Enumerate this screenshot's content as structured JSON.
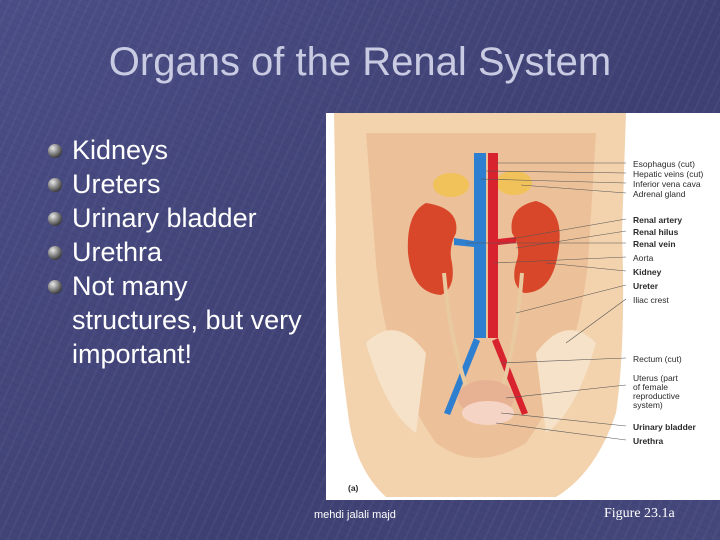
{
  "slide": {
    "title": "Organs of the Renal System",
    "bullets": [
      "Kidneys",
      "Ureters",
      "Urinary bladder",
      "Urethra",
      "Not many structures, but very important!"
    ]
  },
  "figure": {
    "panel_label": "(a)",
    "callouts": [
      {
        "text": "Esophagus (cut)",
        "bold": false
      },
      {
        "text": "Hepatic veins (cut)",
        "bold": false
      },
      {
        "text": "Inferior vena cava",
        "bold": false
      },
      {
        "text": "Adrenal gland",
        "bold": false
      },
      {
        "text": "Renal artery",
        "bold": true
      },
      {
        "text": "Renal hilus",
        "bold": true
      },
      {
        "text": "Renal vein",
        "bold": true
      },
      {
        "text": "Aorta",
        "bold": false
      },
      {
        "text": "Kidney",
        "bold": true
      },
      {
        "text": "Ureter",
        "bold": true
      },
      {
        "text": "Iliac crest",
        "bold": false
      },
      {
        "text": "Rectum (cut)",
        "bold": false
      },
      {
        "text": "Uterus (part",
        "bold": false
      },
      {
        "text": "of female",
        "bold": false
      },
      {
        "text": "reproductive",
        "bold": false
      },
      {
        "text": "system)",
        "bold": false
      },
      {
        "text": "Urinary bladder",
        "bold": true
      },
      {
        "text": "Urethra",
        "bold": true
      }
    ]
  },
  "footer": {
    "author": "mehdi jalali majd",
    "figure_ref": "Figure 23.1a"
  },
  "colors": {
    "background": "#43467a",
    "title": "#c9cbe3",
    "text": "#ffffff",
    "kidney": "#d9472b",
    "vein": "#2f7fd0",
    "artery": "#d8232e"
  }
}
